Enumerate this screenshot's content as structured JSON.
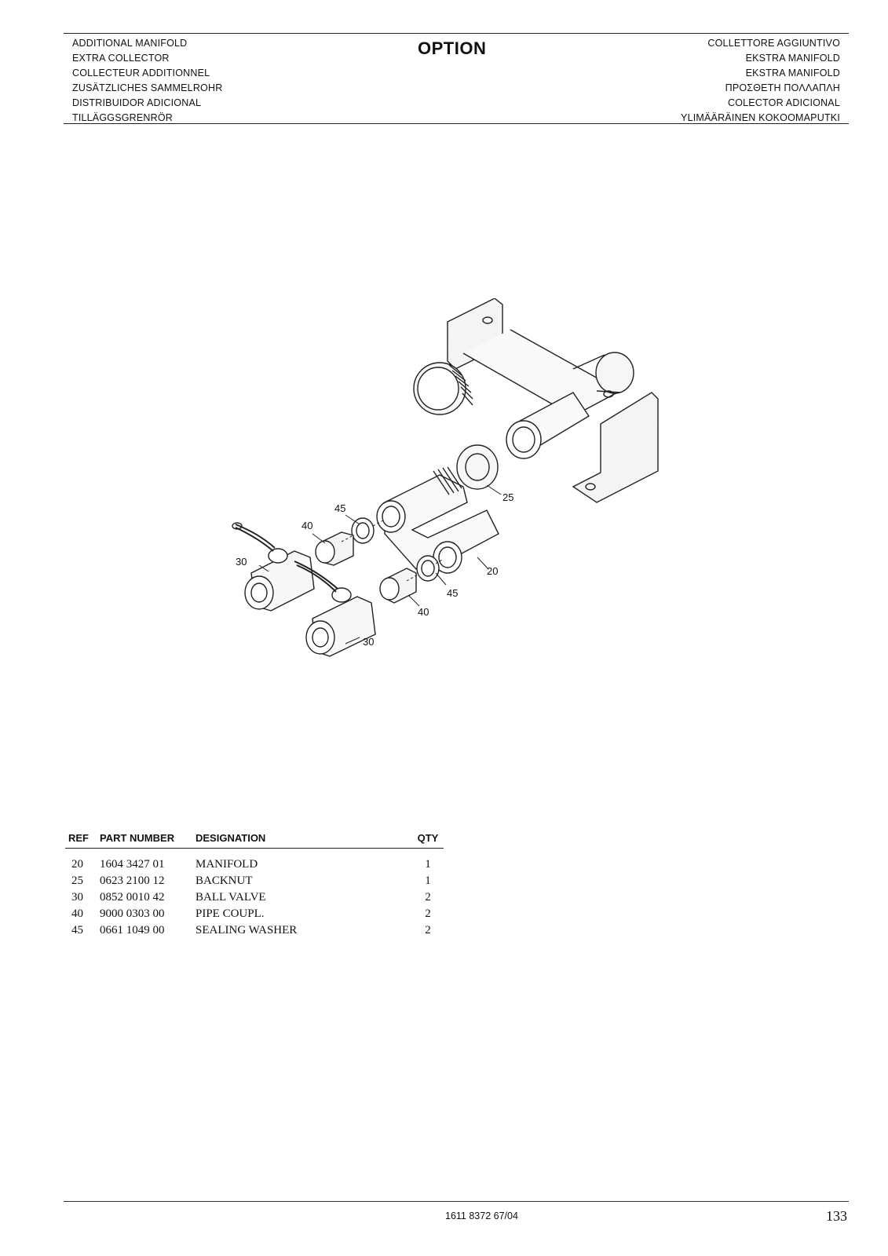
{
  "header": {
    "left_lines": [
      "ADDITIONAL MANIFOLD",
      "EXTRA COLLECTOR",
      "COLLECTEUR ADDITIONNEL",
      "ZUSÄTZLICHES SAMMELROHR",
      "DISTRIBUIDOR ADICIONAL",
      "TILLÄGGSGRENRÖR"
    ],
    "center_title": "OPTION",
    "right_lines": [
      "COLLETTORE AGGIUNTIVO",
      "EKSTRA MANIFOLD",
      "EKSTRA MANIFOLD",
      "ΠΡΟΣΘΕΤΗ ΠΟΛΛΑΠΛΗ",
      "COLECTOR ADICIONAL",
      "YLIMÄÄRÄINEN KOKOOMAPUTKI"
    ]
  },
  "drawing": {
    "callouts": {
      "c25": "25",
      "c45a": "45",
      "c40a": "40",
      "c30a": "30",
      "c20": "20",
      "c45b": "45",
      "c40b": "40",
      "c30b": "30"
    }
  },
  "parts_table": {
    "headers": {
      "ref": "REF",
      "part": "PART NUMBER",
      "designation": "DESIGNATION",
      "qty": "QTY"
    },
    "rows": [
      {
        "ref": "20",
        "part": "1604 3427 01",
        "designation": "MANIFOLD",
        "qty": "1"
      },
      {
        "ref": "25",
        "part": "0623 2100 12",
        "designation": "BACKNUT",
        "qty": "1"
      },
      {
        "ref": "30",
        "part": "0852 0010 42",
        "designation": "BALL VALVE",
        "qty": "2"
      },
      {
        "ref": "40",
        "part": "9000 0303 00",
        "designation": "PIPE COUPL.",
        "qty": "2"
      },
      {
        "ref": "45",
        "part": "0661 1049 00",
        "designation": "SEALING WASHER",
        "qty": "2"
      }
    ]
  },
  "footer": {
    "doc_number": "1611 8372 67/04",
    "page_number": "133"
  }
}
